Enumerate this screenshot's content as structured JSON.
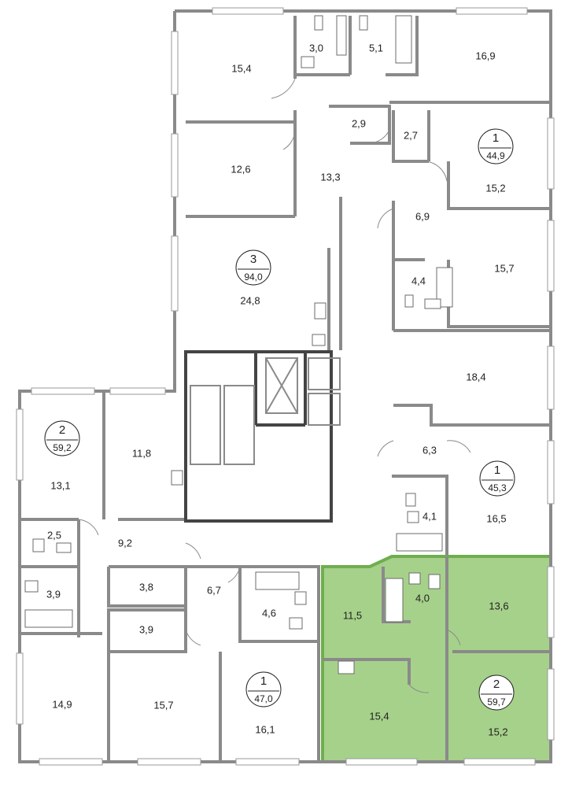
{
  "colors": {
    "wall": "#8a8a8a",
    "core_wall": "#444444",
    "highlight_fill": "#a6d18a",
    "highlight_stroke": "#6fae4e",
    "background": "#ffffff"
  },
  "highlighted_apartment": {
    "rooms": [
      "11,5",
      "4,0",
      "13,6",
      "15,4",
      "15,2"
    ],
    "count": "2",
    "total": "59,7"
  },
  "apartments": [
    {
      "count": "3",
      "total": "94,0"
    },
    {
      "count": "1",
      "total": "44,9"
    },
    {
      "count": "2",
      "total": "59,2"
    },
    {
      "count": "1",
      "total": "45,3"
    },
    {
      "count": "1",
      "total": "47,0"
    },
    {
      "count": "2",
      "total": "59,7"
    }
  ],
  "rooms": [
    "15,4",
    "3,0",
    "5,1",
    "16,9",
    "2,9",
    "12,6",
    "13,3",
    "2,7",
    "15,2",
    "6,9",
    "24,8",
    "4,4",
    "15,7",
    "18,4",
    "13,1",
    "11,8",
    "6,3",
    "16,5",
    "2,5",
    "4,1",
    "9,2",
    "3,9",
    "3,8",
    "6,7",
    "4,6",
    "11,5",
    "4,0",
    "13,6",
    "3,9",
    "14,9",
    "15,7",
    "16,1",
    "15,4",
    "15,2"
  ]
}
